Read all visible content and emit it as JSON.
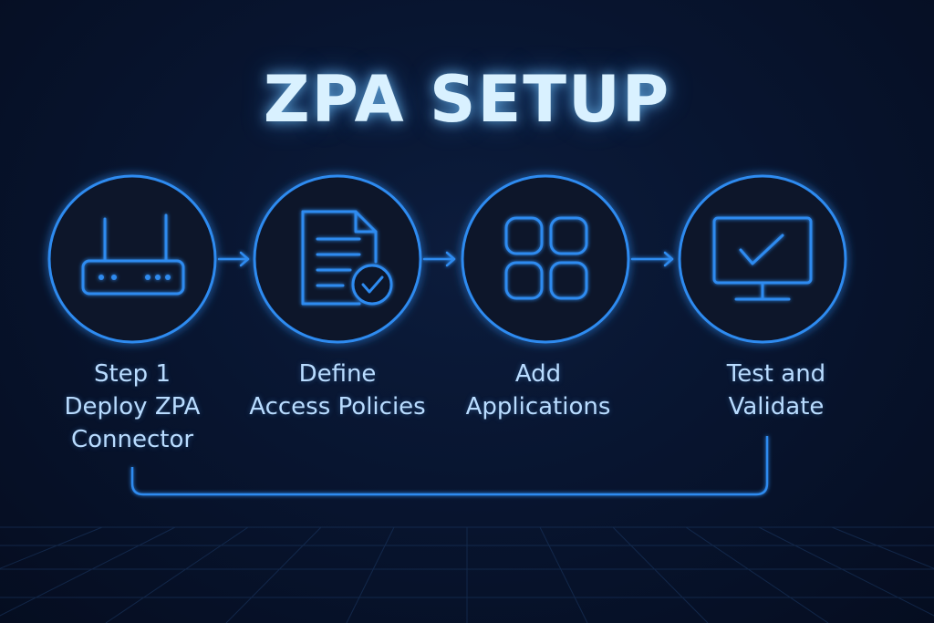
{
  "title": "ZPA SETUP",
  "colors": {
    "background": "#081530",
    "accent": "#2f8bf0",
    "title": "#d9f1ff",
    "label": "#b9dcff"
  },
  "steps": [
    {
      "icon": "router-icon",
      "lines": [
        "Step 1",
        "Deploy ZPA",
        "Connector"
      ]
    },
    {
      "icon": "document-check-icon",
      "lines": [
        "Define",
        "Access Policies"
      ]
    },
    {
      "icon": "apps-grid-icon",
      "lines": [
        "Add",
        "Applications"
      ]
    },
    {
      "icon": "monitor-check-icon",
      "lines": [
        "Test and",
        "Validate"
      ]
    }
  ]
}
